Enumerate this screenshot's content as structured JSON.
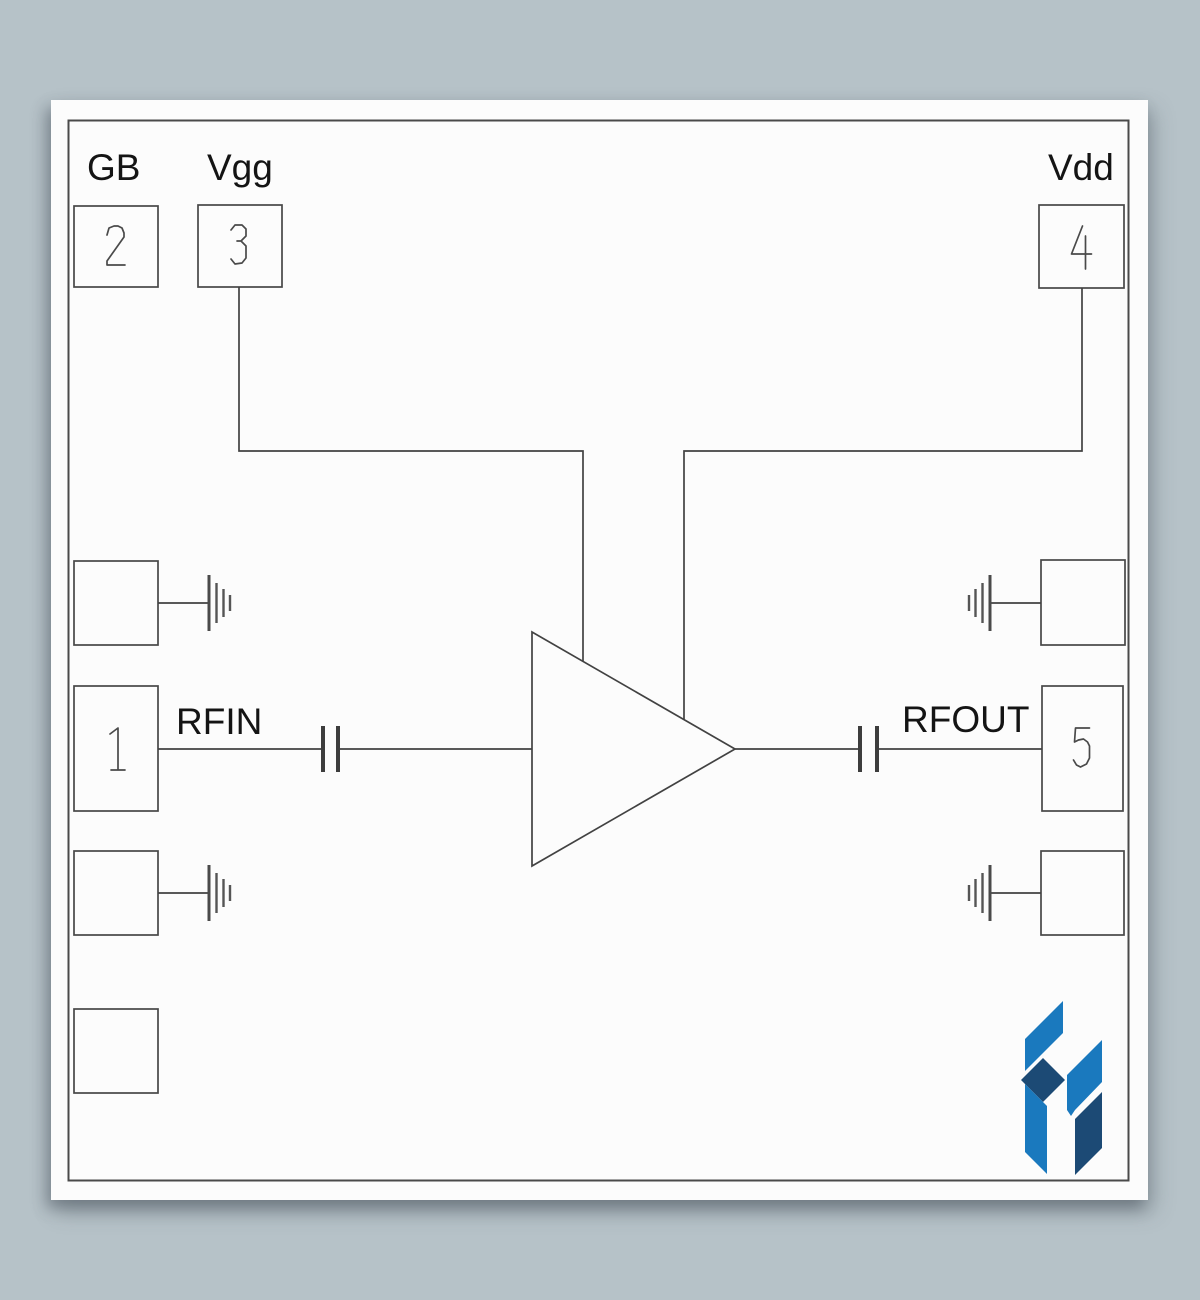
{
  "diagram": {
    "kind": "rf-amplifier-functional-schematic",
    "colors": {
      "background": "#b6c2c8",
      "sheet": "#fcfcfc",
      "line": "#424242",
      "text": "#141414",
      "logo_light": "#1a79be",
      "logo_dark": "#1c4a75"
    },
    "pins": [
      {
        "number": "1",
        "label": "RFIN"
      },
      {
        "number": "2",
        "label": "GB"
      },
      {
        "number": "3",
        "label": "Vgg"
      },
      {
        "number": "4",
        "label": "Vdd"
      },
      {
        "number": "5",
        "label": "RFOUT"
      }
    ],
    "components": {
      "amplifier": "amplifier-triangle",
      "input_capacitor": "dc-block-capacitor",
      "output_capacitor": "dc-block-capacitor",
      "grounds": [
        "ground",
        "ground",
        "ground",
        "ground"
      ],
      "logo": "blue-h-logo"
    }
  }
}
